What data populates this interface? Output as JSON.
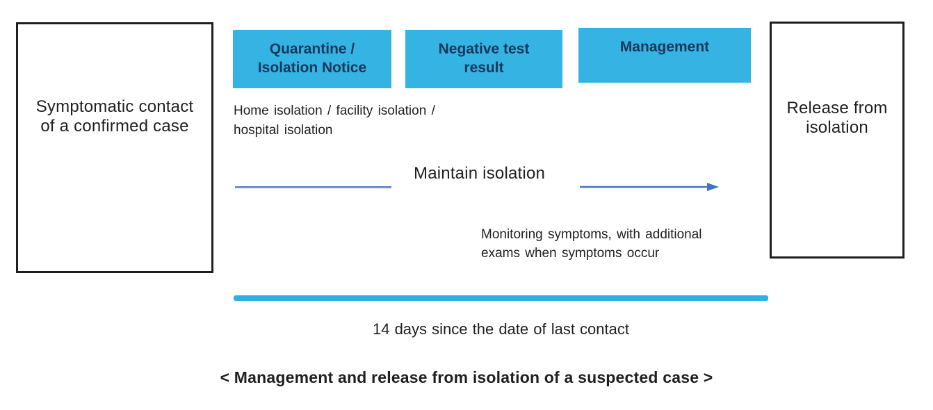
{
  "colors": {
    "cyan_box": "#35b4e3",
    "cyan_box_text": "#17375d",
    "timeline": "#2eb0e4",
    "arrow": "#4472c4",
    "box_border": "#1f1f1f",
    "text": "#1f1f1f"
  },
  "left_box": {
    "label": "Symptomatic contact\nof a confirmed case"
  },
  "right_box": {
    "label": "Release from\nisolation"
  },
  "stage_boxes": [
    {
      "label": "Quarantine /\nIsolation Notice"
    },
    {
      "label": "Negative test\nresult"
    },
    {
      "label": "Management"
    }
  ],
  "notes": {
    "isolation_types": "Home isolation / facility isolation /\nhospital isolation",
    "maintain": "Maintain isolation",
    "monitoring": "Monitoring symptoms, with additional\nexams when symptoms occur"
  },
  "timeline": {
    "label": "14 days since the date of last contact"
  },
  "caption": "< Management and release from isolation of a suspected case >"
}
